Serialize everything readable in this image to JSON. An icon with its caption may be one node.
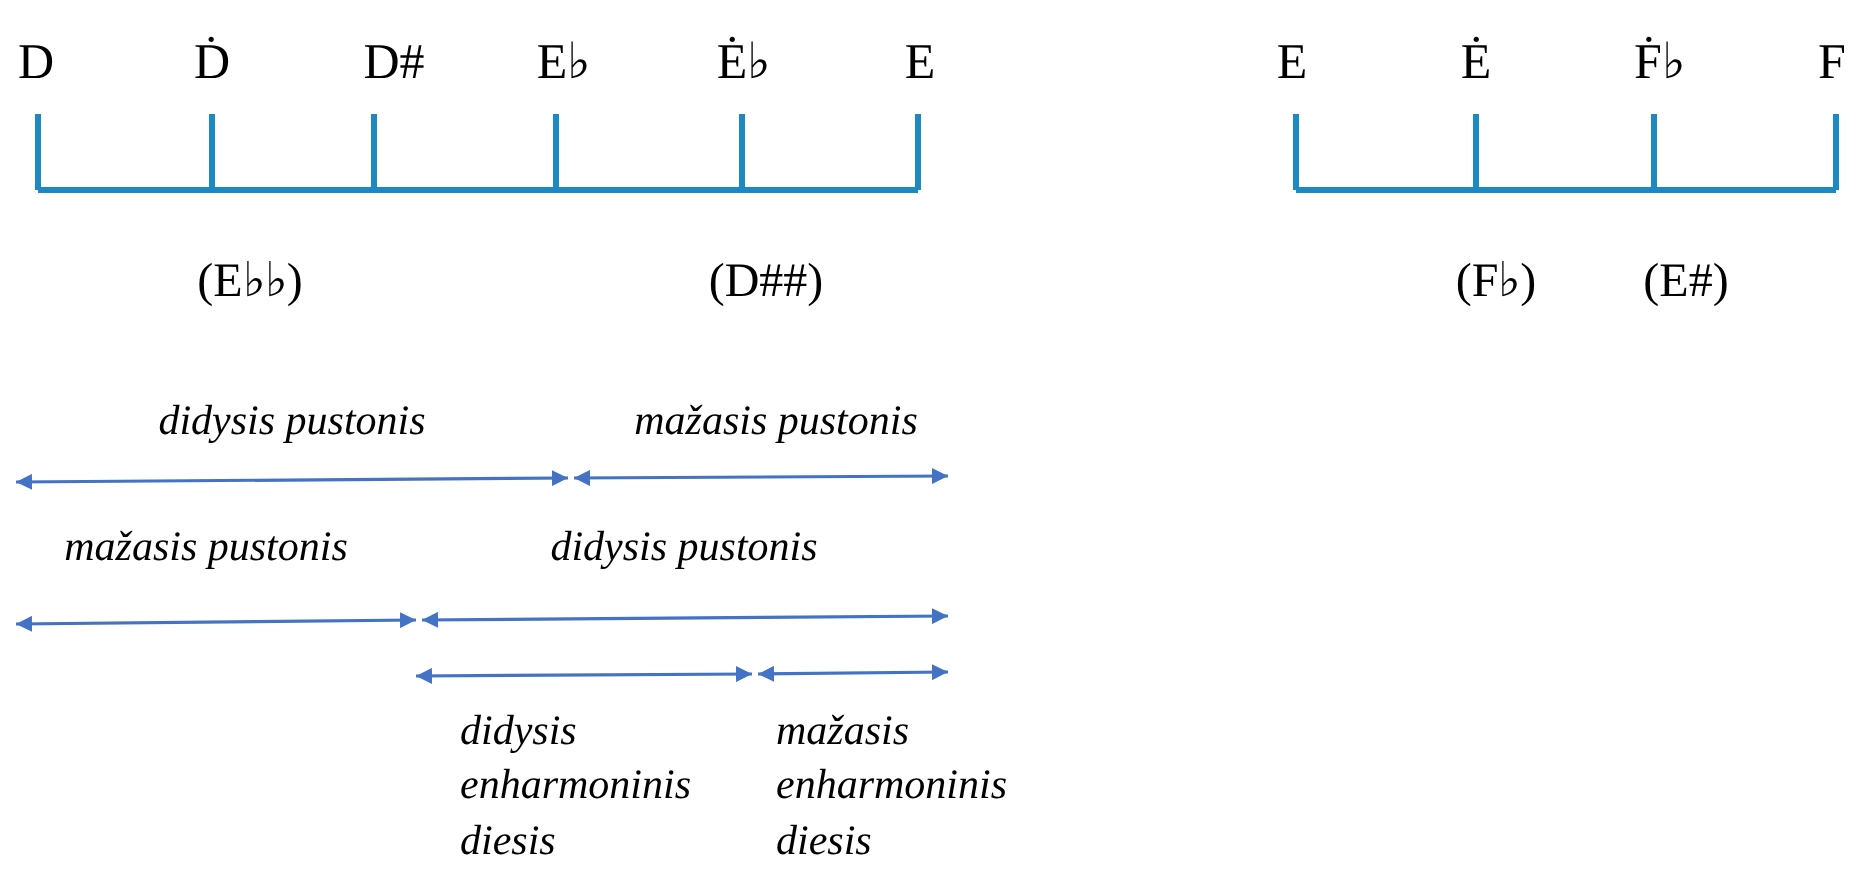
{
  "diagram": {
    "labels": [
      "D",
      "Ḋ",
      "D#",
      "E♭",
      "Ė♭",
      "E",
      "E",
      "Ė",
      "Ḟ♭",
      "F",
      "(E♭♭)",
      "(D##)",
      "(F♭)",
      "(E#)",
      "didysis pustonis",
      "mažasis pustonis",
      "mažasis pustonis",
      "didysis pustonis",
      "didysis enharmoninis diesis",
      "mažasis enharmoninis diesis"
    ]
  }
}
